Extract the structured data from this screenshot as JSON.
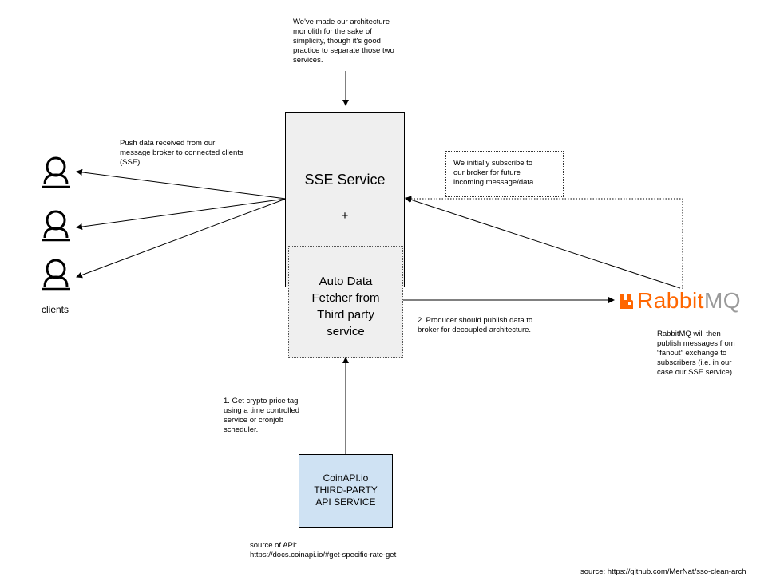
{
  "top_note": "We've made our architecture\nmonolith for the sake of\nsimplicity, though it's good\npractice to separate those two\nservices.",
  "sse_service": {
    "title": "SSE Service",
    "plus": "+"
  },
  "fetcher": {
    "label": "Auto Data\nFetcher from\nThird party\nservice"
  },
  "push_note": "Push data received from our\nmessage broker to connected clients\n(SSE)",
  "subscribe_note": "We initially subscribe to\nour broker for future\nincoming message/data.",
  "producer_note": "2. Producer should publish data to\nbroker for decoupled architecture.",
  "rabbitmq": {
    "logo_rabbit": "Rabbit",
    "logo_mq": "MQ",
    "note": "RabbitMQ will then\npublish messages from\n“fanout” exchange to\nsubscribers (i.e. in our\ncase our SSE service)",
    "brand_color": "#ff6600"
  },
  "get_price_note": "1. Get crypto price tag\nusing a time controlled\nservice or cronjob\nscheduler.",
  "api_box": {
    "label": "CoinAPI.io\nTHIRD-PARTY\nAPI SERVICE",
    "color": "#cfe2f3"
  },
  "api_source_note": "source of API:\nhttps://docs.coinapi.io/#get-specific-rate-get",
  "clients": {
    "label": "clients",
    "icons": [
      "user-icon",
      "user-icon",
      "user-icon"
    ]
  },
  "source_footer": "source: https://github.com/MerNat/sso-clean-arch"
}
